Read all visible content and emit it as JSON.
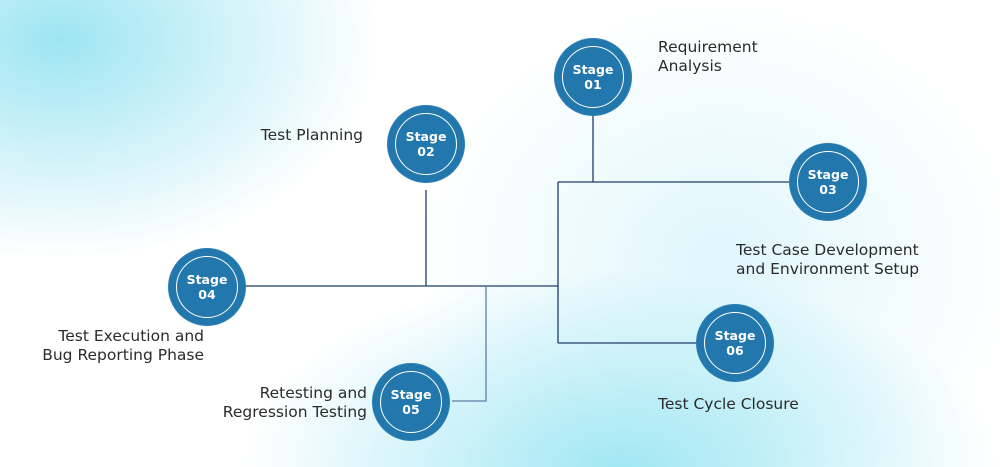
{
  "diagram": {
    "title": "Software Testing Life Cycle Stages",
    "colors": {
      "node_fill": "#2277ad",
      "line": "#1f3d6b",
      "text": "#2b2b2b"
    },
    "stages": [
      {
        "word": "Stage",
        "number": "01",
        "label_lines": [
          "Requirement",
          "Analysis"
        ]
      },
      {
        "word": "Stage",
        "number": "02",
        "label_lines": [
          "Test Planning"
        ]
      },
      {
        "word": "Stage",
        "number": "03",
        "label_lines": [
          "Test Case Development",
          "and Environment Setup"
        ]
      },
      {
        "word": "Stage",
        "number": "04",
        "label_lines": [
          "Test Execution and",
          "Bug Reporting Phase"
        ]
      },
      {
        "word": "Stage",
        "number": "05",
        "label_lines": [
          "Retesting and",
          "Regression Testing"
        ]
      },
      {
        "word": "Stage",
        "number": "06",
        "label_lines": [
          "Test Cycle Closure"
        ]
      }
    ]
  }
}
